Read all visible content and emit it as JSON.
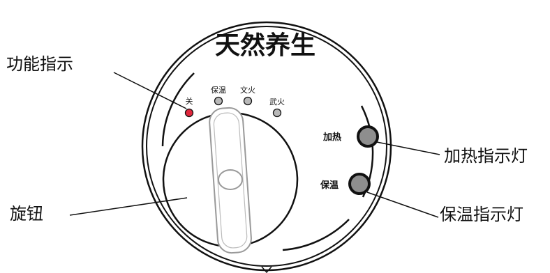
{
  "brand": {
    "title": "天然养生"
  },
  "mode_labels": {
    "off": "关",
    "keep_warm": "保温",
    "gentle_fire": "文火",
    "strong_fire": "武火"
  },
  "side_labels": {
    "heating": "加热",
    "keep_warm": "保温"
  },
  "callouts": {
    "function_indicator": "功能指示",
    "knob": "旋钮",
    "heating_indicator_light": "加热指示灯",
    "keep_warm_indicator_light": "保温指示灯"
  },
  "colors": {
    "off_indicator": "#e0263c",
    "mode_indicator": "#b8b8b8",
    "side_indicator": "#8e8e8e",
    "outline": "#111111"
  },
  "icons": {
    "knob": "rotary-knob-icon",
    "indicator": "indicator-light-icon"
  }
}
